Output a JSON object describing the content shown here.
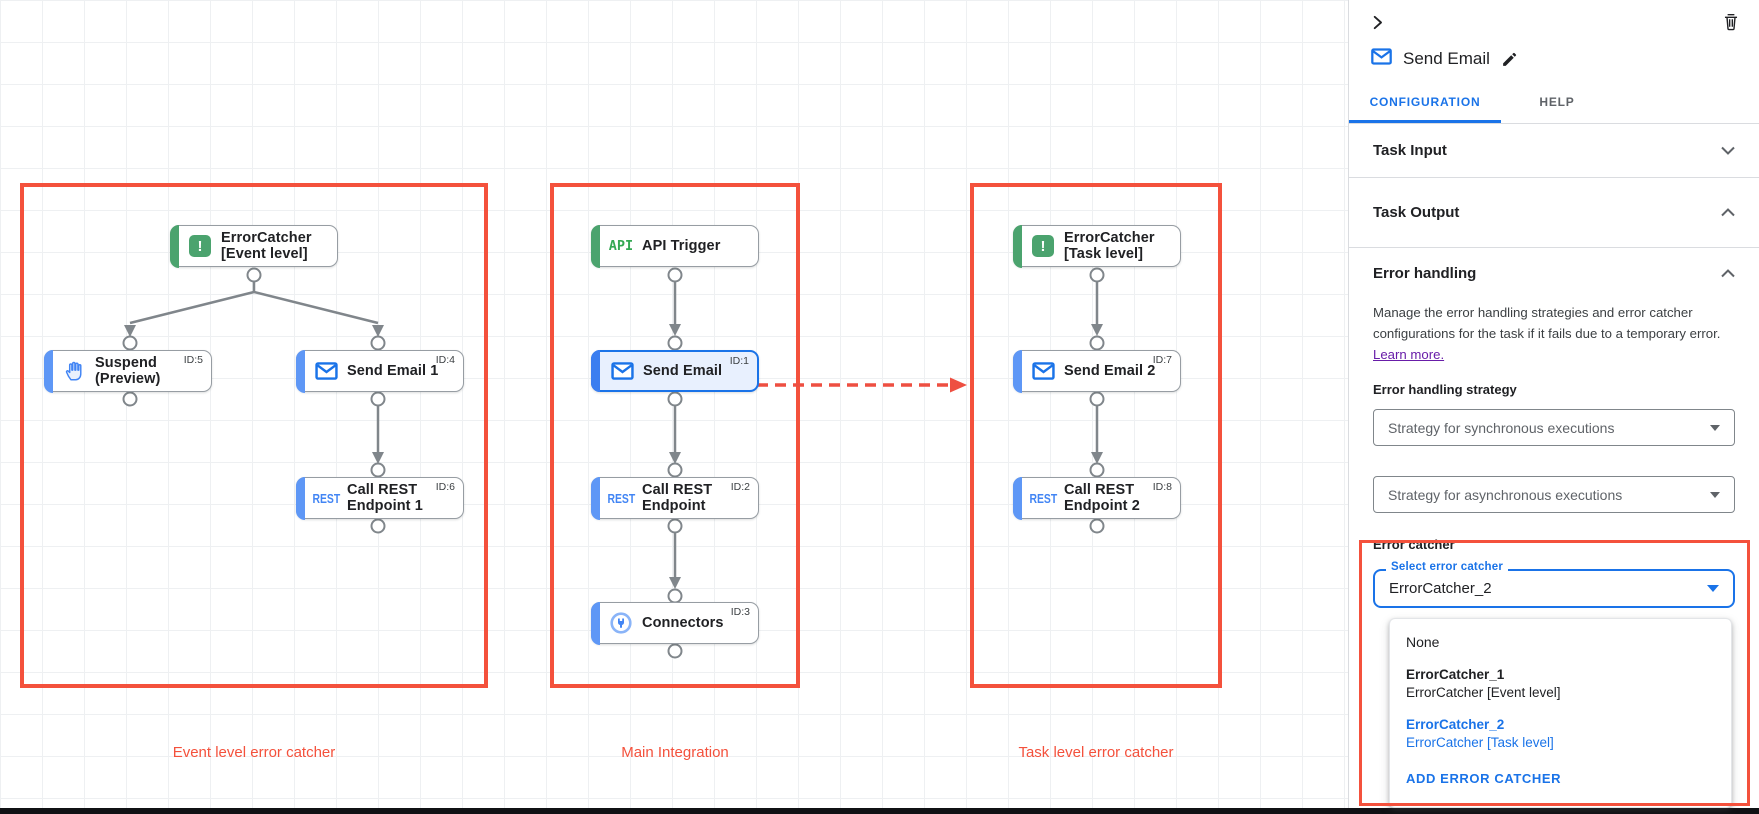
{
  "canvas": {
    "box_labels": {
      "event": "Event level error catcher",
      "main": "Main Integration",
      "task": "Task level error catcher"
    },
    "nodes": {
      "error_catcher_event": {
        "label": "ErrorCatcher",
        "label2": "[Event level]",
        "icon": "error-catcher-icon"
      },
      "suspend": {
        "label": "Suspend",
        "label2": "(Preview)",
        "id": "ID:5",
        "icon": "suspend-hand-icon"
      },
      "send_email_1": {
        "label": "Send Email 1",
        "id": "ID:4",
        "icon": "email-icon"
      },
      "call_rest_1": {
        "label": "Call REST",
        "label2": "Endpoint 1",
        "id": "ID:6",
        "icon": "rest-icon",
        "icon_text": "REST"
      },
      "api_trigger": {
        "label": "API Trigger",
        "icon": "api-icon",
        "icon_text": "API"
      },
      "send_email": {
        "label": "Send Email",
        "id": "ID:1",
        "icon": "email-icon"
      },
      "call_rest": {
        "label": "Call REST",
        "label2": "Endpoint",
        "id": "ID:2",
        "icon": "rest-icon",
        "icon_text": "REST"
      },
      "connectors": {
        "label": "Connectors",
        "id": "ID:3",
        "icon": "connectors-icon"
      },
      "error_catcher_task": {
        "label": "ErrorCatcher",
        "label2": "[Task level]",
        "icon": "error-catcher-icon"
      },
      "send_email_2": {
        "label": "Send Email 2",
        "id": "ID:7",
        "icon": "email-icon"
      },
      "call_rest_2": {
        "label": "Call REST",
        "label2": "Endpoint 2",
        "id": "ID:8",
        "icon": "rest-icon",
        "icon_text": "REST"
      }
    },
    "error_icon_glyph": "!"
  },
  "panel": {
    "title": "Send Email",
    "tabs": {
      "configuration": "CONFIGURATION",
      "help": "HELP"
    },
    "sections": {
      "task_input": "Task Input",
      "task_output": "Task Output",
      "error_handling": "Error handling"
    },
    "error_handling": {
      "description": "Manage the error handling strategies and error catcher configurations for the task if it fails due to a temporary error.",
      "learn_more": "Learn more.",
      "strategy_label": "Error handling strategy",
      "sync_placeholder": "Strategy for synchronous executions",
      "async_placeholder": "Strategy for asynchronous executions",
      "error_catcher_label": "Error catcher",
      "select_label": "Select error catcher",
      "select_value": "ErrorCatcher_2",
      "menu": {
        "none": "None",
        "options": [
          {
            "name": "ErrorCatcher_1",
            "desc": "ErrorCatcher [Event level]"
          },
          {
            "name": "ErrorCatcher_2",
            "desc": "ErrorCatcher [Task level]"
          }
        ],
        "add_button": "ADD ERROR CATCHER"
      }
    }
  },
  "icons": {
    "collapse": "chevron-right-icon",
    "delete": "trash-icon",
    "edit": "pencil-icon",
    "expand_more": "chevron-down-icon",
    "expand_less": "chevron-up-icon"
  },
  "colors": {
    "red_annotation": "#f4513c",
    "selected_blue": "#1a73e8",
    "node_blue_accent": "#5e97f6",
    "green_accent": "#4ba36e",
    "api_green": "#34a853",
    "rest_blue": "#4285f4",
    "edge_gray": "#80868b",
    "link_purple": "#681da8",
    "breakpoint_red": "#c5221f"
  }
}
